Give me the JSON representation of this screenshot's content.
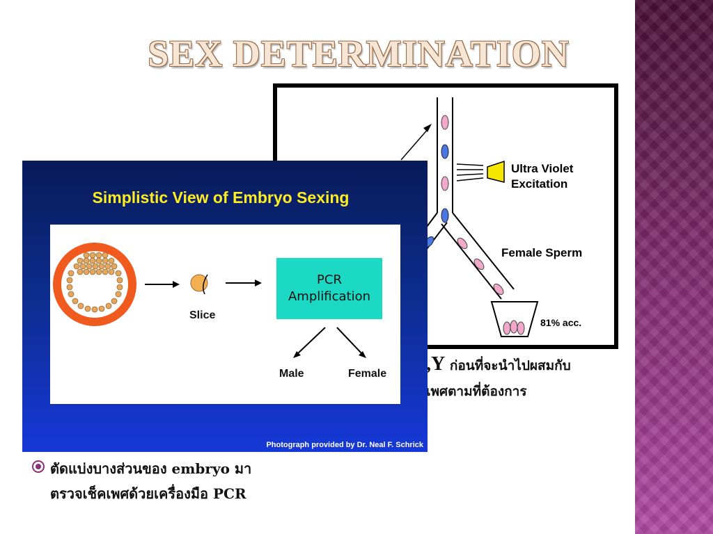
{
  "slide": {
    "title": "SEX DETERMINATION"
  },
  "sorting_figure": {
    "uv_label_line1": "Ultra Violet",
    "uv_label_line2": "Excitation",
    "female_sperm_label": "Female Sperm",
    "accuracy_label": "81% acc."
  },
  "embryo_figure": {
    "title": "Simplistic View of Embryo Sexing",
    "pcr_line1": "PCR",
    "pcr_line2": "Amplification",
    "slice_label": "Slice",
    "male_label": "Male",
    "female_label": "Female",
    "credit": "Photograph provided by Dr. Neal F. Schrick"
  },
  "body": {
    "line1_prefix": ",Y",
    "line1_rest": " ก่อนที่จะนำไปผสมกับ",
    "line2": "เพศตามที่ต้องการ"
  },
  "bullet": {
    "line1": "ตัดแบ่งบางส่วนของ embryo มา",
    "line2": "ตรวจเช็คเพศด้วยเครื่องมือ PCR"
  },
  "colors": {
    "side_band": "#7a2a68",
    "embryo_title": "#ffee22",
    "pcr_box": "#1cd9c4",
    "embryo_ring": "#f05a1e"
  }
}
